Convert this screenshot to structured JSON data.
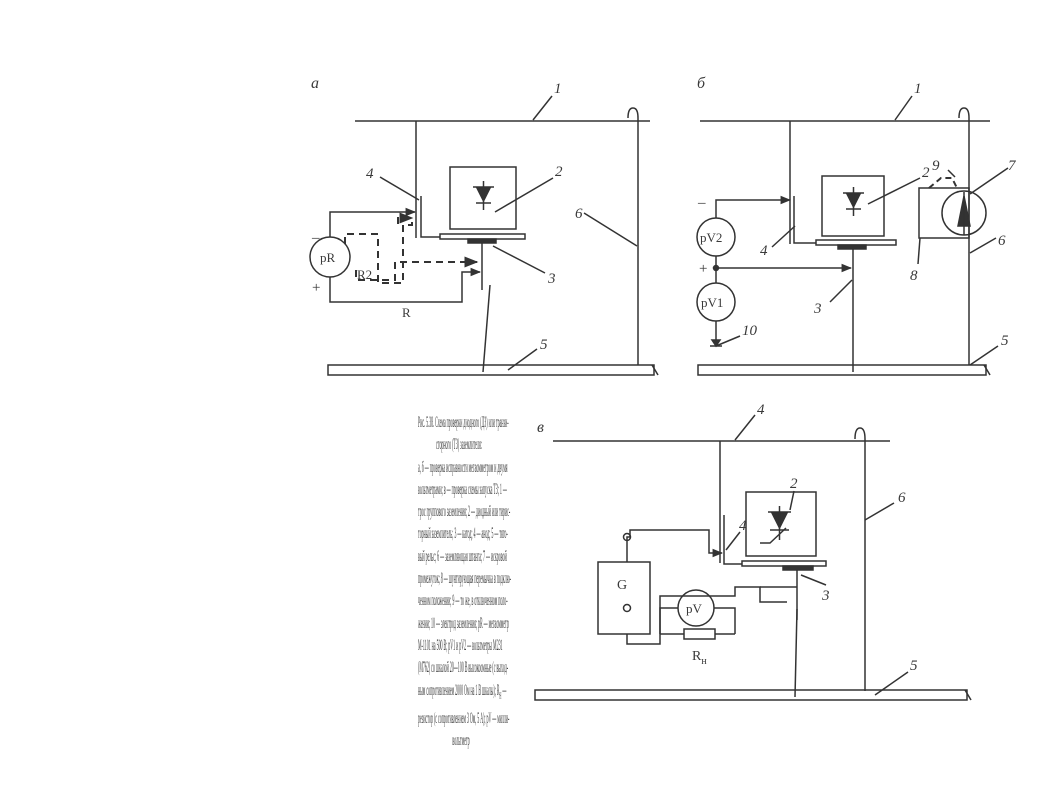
{
  "panels": {
    "a": "а",
    "b": "б",
    "v": "в"
  },
  "labels": {
    "n1": "1",
    "n2": "2",
    "n3": "3",
    "n4": "4",
    "n5": "5",
    "n6": "6",
    "n7": "7",
    "n8": "8",
    "n9": "9",
    "n10": "10",
    "minus": "–",
    "plus": "+",
    "pR": "pR",
    "R2": "R2",
    "R": "R",
    "pV1": "pV1",
    "pV2": "pV2",
    "pV": "pV",
    "G": "G",
    "Rn": "R",
    "Rn_sub": "н"
  },
  "caption": {
    "l1": "Рис. 5.38. Схема проверки диодного (ДЗ) или транзи-",
    "l2": "сторного (ТЗ) заземлителя:",
    "l3": "а, б — проверка исправности мегаомметром и двумя",
    "l4": "вольтметрами; в — проверка схемы запуска ТЗ; 1 —",
    "l5": "трос группового заземления; 2 — диодный или тирис-",
    "l6": "торный заземлитель; 3 — катод; 4 — анод; 5 — тяго-",
    "l7": "вый рельс; 6 — заземляющая штанга; 7 — искровой",
    "l8": "промежуток; 8 — шунтирующая перемычка в подклю-",
    "l9": "ченном положении; 9 — то же, в отключенном поло-",
    "l10": "жении; 10 — электрод заземления; pR — мегаомметр",
    "l11": "М-1101 на 500 В; pV1 и pV2 — вольтметры М231",
    "l12": "(М762) со шкалой 20—100 В высокоомные (с выход-",
    "l13": "ным сопротивлением 2000 Ом на 1 В шкалы); R",
    "l13_sub": "H",
    "l13_end": " —",
    "l14": "резистор (с сопротивлением 3 Ом, 5 А); pV — милли-",
    "l15": "вольтметр"
  }
}
